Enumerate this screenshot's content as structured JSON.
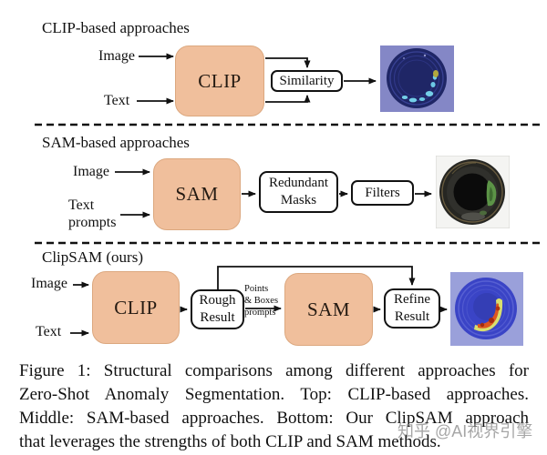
{
  "colors": {
    "model_box_fill": "#f0bf9c",
    "model_box_border": "#dca87f",
    "diagram_line": "#111111",
    "result1_bg": "#8487c6",
    "result2_bg": "#f4f4f2",
    "result3_bg": "#9aa0da",
    "anomaly_cyan": "#74cfe8",
    "anomaly_green": "#5c9447",
    "anomaly_red": "#dd5620",
    "anomaly_yellow": "#d9df6e"
  },
  "top": {
    "title": "CLIP-based approaches",
    "input_image_label": "Image",
    "input_text_label": "Text",
    "model_label": "CLIP",
    "similarity_label": "Similarity"
  },
  "middle": {
    "title": "SAM-based approaches",
    "input_image_label": "Image",
    "input_text_lines": [
      "Text",
      "prompts"
    ],
    "model_label": "SAM",
    "redundant_lines": [
      "Redundant",
      "Masks"
    ],
    "filters_label": "Filters"
  },
  "bottom": {
    "title": "ClipSAM (ours)",
    "input_image_label": "Image",
    "input_text_label": "Text",
    "clip_label": "CLIP",
    "rough_lines": [
      "Rough",
      "Result"
    ],
    "prompt_lines": [
      "Points",
      "& Boxes",
      "prompts"
    ],
    "sam_label": "SAM",
    "refine_lines": [
      "Refine",
      "Result"
    ]
  },
  "caption": {
    "lines": [
      "Figure 1: Structural comparisons among different approaches for",
      "Zero-Shot Anomaly Segmentation. Top: CLIP-based approaches.",
      "Middle: SAM-based approaches. Bottom: Our ClipSAM approach",
      "that leverages the strengths of both CLIP and SAM methods."
    ]
  },
  "watermark": "知乎 @AI视界引擎"
}
